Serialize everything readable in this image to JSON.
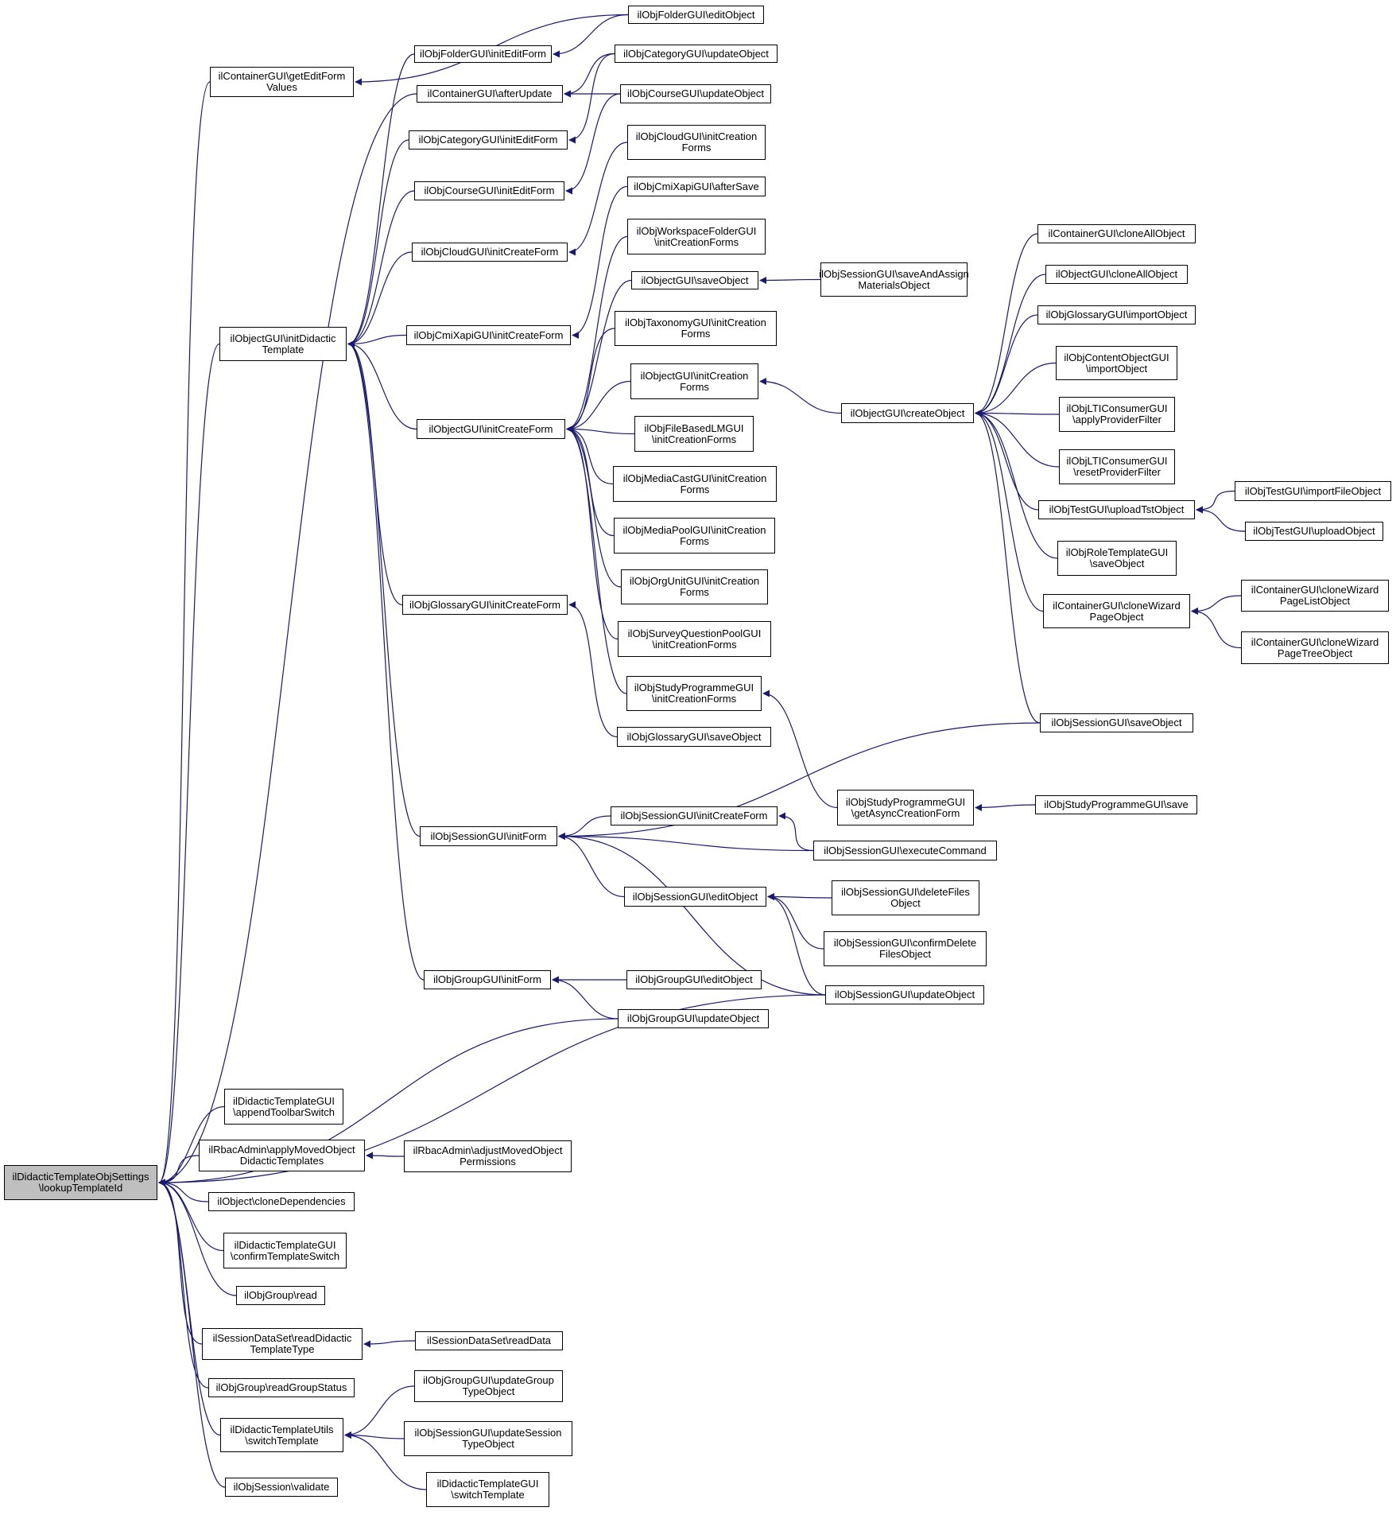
{
  "colors": {
    "edge": "#191970",
    "node_border": "#000000",
    "node_fill": "#ffffff",
    "root_fill": "#bfbfbf"
  },
  "nodes": {
    "root": {
      "lines": [
        "ilDidacticTemplateObjSettings",
        "\\lookupTemplateId"
      ]
    },
    "cgEditVals": {
      "lines": [
        "ilContainerGUI\\getEditForm",
        "Values"
      ]
    },
    "ogInitDid": {
      "lines": [
        "ilObjectGUI\\initDidactic",
        "Template"
      ]
    },
    "folderInit": {
      "lines": [
        "ilObjFolderGUI\\initEditForm"
      ]
    },
    "folderEdit": {
      "lines": [
        "ilObjFolderGUI\\editObject"
      ]
    },
    "cgAfterUpd": {
      "lines": [
        "ilContainerGUI\\afterUpdate"
      ]
    },
    "catUpd": {
      "lines": [
        "ilObjCategoryGUI\\updateObject"
      ]
    },
    "courseUpd": {
      "lines": [
        "ilObjCourseGUI\\updateObject"
      ]
    },
    "catInit": {
      "lines": [
        "ilObjCategoryGUI\\initEditForm"
      ]
    },
    "courseInit": {
      "lines": [
        "ilObjCourseGUI\\initEditForm"
      ]
    },
    "cloudInit": {
      "lines": [
        "ilObjCloudGUI\\initCreateForm"
      ]
    },
    "cloudCreat": {
      "lines": [
        "ilObjCloudGUI\\initCreation",
        "Forms"
      ]
    },
    "cmiInit": {
      "lines": [
        "ilObjCmiXapiGUI\\initCreateForm"
      ]
    },
    "cmiAfter": {
      "lines": [
        "ilObjCmiXapiGUI\\afterSave"
      ]
    },
    "ogInitCreate": {
      "lines": [
        "ilObjectGUI\\initCreateForm"
      ]
    },
    "wsFolder": {
      "lines": [
        "ilObjWorkspaceFolderGUI",
        "\\initCreationForms"
      ]
    },
    "ogSave": {
      "lines": [
        "ilObjectGUI\\saveObject"
      ]
    },
    "sessSaveAssign": {
      "lines": [
        "ilObjSessionGUI\\saveAndAssign",
        "MaterialsObject"
      ]
    },
    "taxonomy": {
      "lines": [
        "ilObjTaxonomyGUI\\initCreation",
        "Forms"
      ]
    },
    "ogInitCreation": {
      "lines": [
        "ilObjectGUI\\initCreation",
        "Forms"
      ]
    },
    "ogCreate": {
      "lines": [
        "ilObjectGUI\\createObject"
      ]
    },
    "fileLM": {
      "lines": [
        "ilObjFileBasedLMGUI",
        "\\initCreationForms"
      ]
    },
    "mediaCast": {
      "lines": [
        "ilObjMediaCastGUI\\initCreation",
        "Forms"
      ]
    },
    "mediaPool": {
      "lines": [
        "ilObjMediaPoolGUI\\initCreation",
        "Forms"
      ]
    },
    "orgUnit": {
      "lines": [
        "ilObjOrgUnitGUI\\initCreation",
        "Forms"
      ]
    },
    "surveyPool": {
      "lines": [
        "ilObjSurveyQuestionPoolGUI",
        "\\initCreationForms"
      ]
    },
    "studyInit": {
      "lines": [
        "ilObjStudyProgrammeGUI",
        "\\initCreationForms"
      ]
    },
    "glossInit": {
      "lines": [
        "ilObjGlossaryGUI\\initCreateForm"
      ]
    },
    "glossSave": {
      "lines": [
        "ilObjGlossaryGUI\\saveObject"
      ]
    },
    "cgCloneAll": {
      "lines": [
        "ilContainerGUI\\cloneAllObject"
      ]
    },
    "ogCloneAll": {
      "lines": [
        "ilObjectGUI\\cloneAllObject"
      ]
    },
    "glossImport": {
      "lines": [
        "ilObjGlossaryGUI\\importObject"
      ]
    },
    "contentImport": {
      "lines": [
        "ilObjContentObjectGUI",
        "\\importObject"
      ]
    },
    "ltiApply": {
      "lines": [
        "ilObjLTIConsumerGUI",
        "\\applyProviderFilter"
      ]
    },
    "ltiReset": {
      "lines": [
        "ilObjLTIConsumerGUI",
        "\\resetProviderFilter"
      ]
    },
    "testUploadTst": {
      "lines": [
        "ilObjTestGUI\\uploadTstObject"
      ]
    },
    "testImport": {
      "lines": [
        "ilObjTestGUI\\importFileObject"
      ]
    },
    "testUpload": {
      "lines": [
        "ilObjTestGUI\\uploadObject"
      ]
    },
    "roleSave": {
      "lines": [
        "ilObjRoleTemplateGUI",
        "\\saveObject"
      ]
    },
    "cgWizard": {
      "lines": [
        "ilContainerGUI\\cloneWizard",
        "PageObject"
      ]
    },
    "cgWizardList": {
      "lines": [
        "ilContainerGUI\\cloneWizard",
        "PageListObject"
      ]
    },
    "cgWizardTree": {
      "lines": [
        "ilContainerGUI\\cloneWizard",
        "PageTreeObject"
      ]
    },
    "sessSave": {
      "lines": [
        "ilObjSessionGUI\\saveObject"
      ]
    },
    "studyAsync": {
      "lines": [
        "ilObjStudyProgrammeGUI",
        "\\getAsyncCreationForm"
      ]
    },
    "studySave": {
      "lines": [
        "ilObjStudyProgrammeGUI\\save"
      ]
    },
    "sessInitForm": {
      "lines": [
        "ilObjSessionGUI\\initForm"
      ]
    },
    "sessInitCreate": {
      "lines": [
        "ilObjSessionGUI\\initCreateForm"
      ]
    },
    "sessExec": {
      "lines": [
        "ilObjSessionGUI\\executeCommand"
      ]
    },
    "sessEdit": {
      "lines": [
        "ilObjSessionGUI\\editObject"
      ]
    },
    "sessDelFiles": {
      "lines": [
        "ilObjSessionGUI\\deleteFiles",
        "Object"
      ]
    },
    "sessConfirmDel": {
      "lines": [
        "ilObjSessionGUI\\confirmDelete",
        "FilesObject"
      ]
    },
    "sessUpd": {
      "lines": [
        "ilObjSessionGUI\\updateObject"
      ]
    },
    "groupInit": {
      "lines": [
        "ilObjGroupGUI\\initForm"
      ]
    },
    "groupEdit": {
      "lines": [
        "ilObjGroupGUI\\editObject"
      ]
    },
    "groupUpd": {
      "lines": [
        "ilObjGroupGUI\\updateObject"
      ]
    },
    "didAppend": {
      "lines": [
        "ilDidacticTemplateGUI",
        "\\appendToolbarSwitch"
      ]
    },
    "rbacApply": {
      "lines": [
        "ilRbacAdmin\\applyMovedObject",
        "DidacticTemplates"
      ]
    },
    "rbacAdjust": {
      "lines": [
        "ilRbacAdmin\\adjustMovedObject",
        "Permissions"
      ]
    },
    "objClone": {
      "lines": [
        "ilObject\\cloneDependencies"
      ]
    },
    "didConfirm": {
      "lines": [
        "ilDidacticTemplateGUI",
        "\\confirmTemplateSwitch"
      ]
    },
    "groupRead": {
      "lines": [
        "ilObjGroup\\read"
      ]
    },
    "sessReadDid": {
      "lines": [
        "ilSessionDataSet\\readDidactic",
        "TemplateType"
      ]
    },
    "sessReadData": {
      "lines": [
        "ilSessionDataSet\\readData"
      ]
    },
    "groupStatus": {
      "lines": [
        "ilObjGroup\\readGroupStatus"
      ]
    },
    "utilsSwitch": {
      "lines": [
        "ilDidacticTemplateUtils",
        "\\switchTemplate"
      ]
    },
    "groupUpdType": {
      "lines": [
        "ilObjGroupGUI\\updateGroup",
        "TypeObject"
      ]
    },
    "sessUpdType": {
      "lines": [
        "ilObjSessionGUI\\updateSession",
        "TypeObject"
      ]
    },
    "didSwitch": {
      "lines": [
        "ilDidacticTemplateGUI",
        "\\switchTemplate"
      ]
    },
    "sessValidate": {
      "lines": [
        "ilObjSession\\validate"
      ]
    }
  }
}
